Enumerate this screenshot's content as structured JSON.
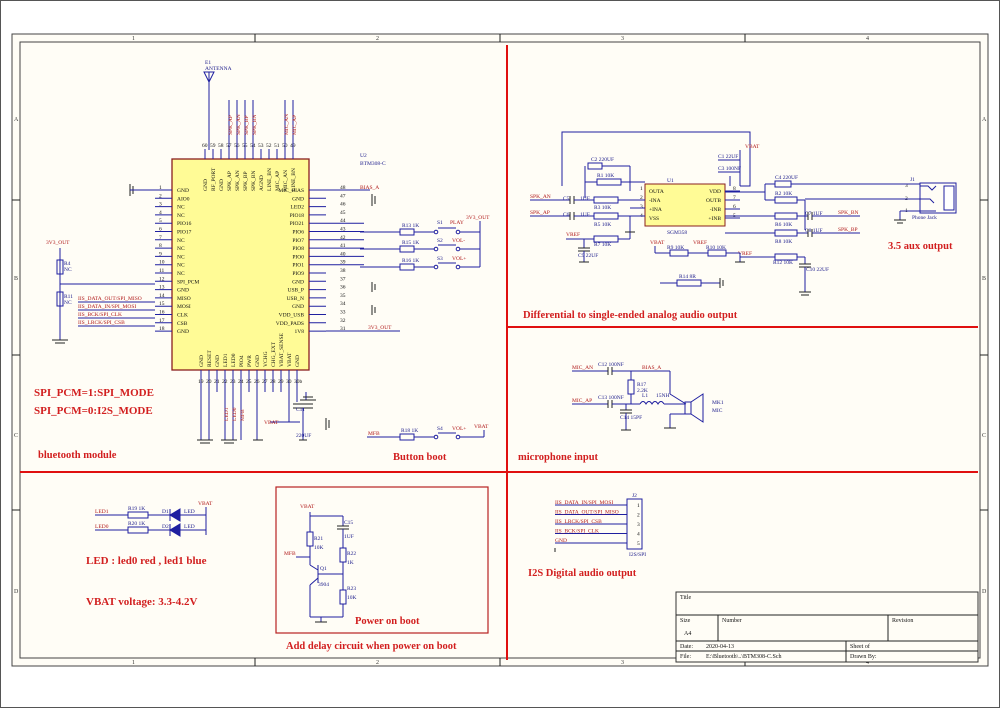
{
  "frame": {
    "columns": [
      "1",
      "2",
      "3",
      "4"
    ],
    "rows": [
      "A",
      "B",
      "C",
      "D"
    ]
  },
  "bt_module": {
    "antenna_ref": "E1",
    "antenna_label": "ANTENNA",
    "chip_ref": "U2",
    "chip_value": "BTM308-C",
    "top_nets": [
      "SPK_AP",
      "SPK_AN",
      "SPK_BP",
      "SPK_BN",
      "MIC_AN",
      "MIC_AP"
    ],
    "top_pins": [
      {
        "num": "60",
        "name": "GND"
      },
      {
        "num": "59",
        "name": "RF_PORT"
      },
      {
        "num": "58",
        "name": "GND"
      },
      {
        "num": "57",
        "name": "SPK_AP"
      },
      {
        "num": "56",
        "name": "SPK_AN"
      },
      {
        "num": "55",
        "name": "SPK_BP"
      },
      {
        "num": "54",
        "name": "SPK_BN"
      },
      {
        "num": "53",
        "name": "AGND"
      },
      {
        "num": "52",
        "name": "LINE_BN"
      },
      {
        "num": "51",
        "name": "MIC_AP"
      },
      {
        "num": "50",
        "name": "MIC_AN"
      },
      {
        "num": "49",
        "name": "LINE_BN"
      }
    ],
    "left_pins": [
      {
        "num": "1",
        "name": "GND"
      },
      {
        "num": "2",
        "name": "AIO0"
      },
      {
        "num": "3",
        "name": "NC"
      },
      {
        "num": "4",
        "name": "NC"
      },
      {
        "num": "5",
        "name": "PIO16"
      },
      {
        "num": "6",
        "name": "PIO17"
      },
      {
        "num": "7",
        "name": "NC"
      },
      {
        "num": "8",
        "name": "NC"
      },
      {
        "num": "9",
        "name": "NC"
      },
      {
        "num": "10",
        "name": "NC"
      },
      {
        "num": "11",
        "name": "NC"
      },
      {
        "num": "12",
        "name": "SPI_PCM"
      },
      {
        "num": "13",
        "name": "GND"
      },
      {
        "num": "14",
        "name": "MISO"
      },
      {
        "num": "15",
        "name": "MOSI"
      },
      {
        "num": "16",
        "name": "CLK"
      },
      {
        "num": "17",
        "name": "CSB"
      },
      {
        "num": "18",
        "name": "GND"
      }
    ],
    "right_pins": [
      {
        "num": "48",
        "name": "MIC_BIAS"
      },
      {
        "num": "47",
        "name": "GND"
      },
      {
        "num": "46",
        "name": "LED2"
      },
      {
        "num": "45",
        "name": "PIO18"
      },
      {
        "num": "44",
        "name": "PIO21"
      },
      {
        "num": "43",
        "name": "PIO6"
      },
      {
        "num": "42",
        "name": "PIO7"
      },
      {
        "num": "41",
        "name": "PIO8"
      },
      {
        "num": "40",
        "name": "PIO0"
      },
      {
        "num": "39",
        "name": "PIO1"
      },
      {
        "num": "38",
        "name": "PIO9"
      },
      {
        "num": "37",
        "name": "GND"
      },
      {
        "num": "36",
        "name": "USB_P"
      },
      {
        "num": "35",
        "name": "USB_N"
      },
      {
        "num": "34",
        "name": "GND"
      },
      {
        "num": "33",
        "name": "VDD_USB"
      },
      {
        "num": "32",
        "name": "VDD_PADS"
      },
      {
        "num": "31",
        "name": "1V8"
      }
    ],
    "bottom_pins": [
      {
        "num": "19",
        "name": "GND"
      },
      {
        "num": "20",
        "name": "RESET"
      },
      {
        "num": "21",
        "name": "GND"
      },
      {
        "num": "22",
        "name": "LED1"
      },
      {
        "num": "23",
        "name": "LED0"
      },
      {
        "num": "24",
        "name": "PIO4"
      },
      {
        "num": "25",
        "name": "PWR"
      },
      {
        "num": "26",
        "name": "GND"
      },
      {
        "num": "27",
        "name": "VCHG"
      },
      {
        "num": "28",
        "name": "CHG_EXT"
      },
      {
        "num": "29",
        "name": "VBAT_SENSE"
      },
      {
        "num": "30",
        "name": "VBAT"
      },
      {
        "num": "30b",
        "name": "GND"
      }
    ],
    "bottom_nets": [
      "LED1",
      "LED0",
      "MFB"
    ],
    "vbat_net": "VBAT",
    "left_nets": [
      "IIS_DATA_OUT/SPI_MISO",
      "IIS_DATA_IN/SPI_MOSI",
      "IIS_BCK/SPI_CLK",
      "IIS_LRCK/SPI_CSB"
    ],
    "bias_net": "BIAS_A",
    "v3_net": "3V3_OUT",
    "v3_left": "3V3_OUT",
    "r4": {
      "ref": "R4",
      "val": "NC"
    },
    "r11": {
      "ref": "R11",
      "val": "NC"
    },
    "c11": {
      "ref": "C11",
      "val": "220UF"
    },
    "notes": [
      "SPI_PCM=1:SPI_MODE",
      "SPI_PCM=0:I2S_MODE"
    ],
    "title": "bluetooth module"
  },
  "buttons": {
    "v3": "3V3_OUT",
    "items": [
      {
        "sw": "S1",
        "res": "R13",
        "val": "1K",
        "net": "PLAY"
      },
      {
        "sw": "S2",
        "res": "R15",
        "val": "1K",
        "net": "VOL-"
      },
      {
        "sw": "S3",
        "res": "R16",
        "val": "1K",
        "net": "VOL+"
      }
    ],
    "boot": {
      "net": "MFB",
      "res": "R18",
      "val": "1K",
      "sw": "S4",
      "sw_net": "VOL+",
      "supply": "VBAT"
    },
    "title": "Button boot"
  },
  "diff_audio": {
    "inputs": [
      {
        "net": "SPK_AN",
        "cap": "C5",
        "capval": "1UF"
      },
      {
        "net": "SPK_AP",
        "cap": "C6",
        "capval": "1UF"
      }
    ],
    "opamp": {
      "ref": "U1",
      "val": "SGM358",
      "pins_left": [
        "OUTA",
        "-INA",
        "+INA",
        "VSS"
      ],
      "pins_right": [
        "VDD",
        "OUTB",
        "-INB",
        "+INB"
      ],
      "nums_left": [
        "1",
        "2",
        "3",
        "4"
      ],
      "nums_right": [
        "8",
        "7",
        "6",
        "5"
      ]
    },
    "c2": "C2  220UF",
    "r1": "R1  10K",
    "r3": "R3  10K",
    "r5": "R5  10K",
    "r7": "R7  10K",
    "c9": "C9  22UF",
    "c3": "C3  100NF",
    "c1": "C1  22UF",
    "c4": "C4  220UF",
    "r2": "R2  10K",
    "r6": "R6  10K",
    "r8": "R8  10K",
    "r12": "R12  10K",
    "r9": "R9  10K",
    "r10": "R10  10K",
    "r14": "R14  8R",
    "c7": "C7  1UF",
    "c8": "C8  1UF",
    "c10": "C10  22UF",
    "vbat": "VBAT",
    "vref": "VREF",
    "out_nets": [
      "SPK_BN",
      "SPK_BP"
    ],
    "jack": {
      "ref": "J1",
      "val": "Phone Jack",
      "pins": [
        "3",
        "2",
        "1"
      ]
    },
    "title": "Differential to single-ended analog audio output",
    "aux_title": "3.5 aux output"
  },
  "microphone": {
    "mic_an": "MIC_AN",
    "mic_ap": "MIC_AP",
    "c12": "C12  100NF",
    "c13": "C13  100NF",
    "c14": "C14  15PF",
    "bias": "BIAS_A",
    "r17": "R17",
    "r17v": "2.2K",
    "l1": "L1",
    "l1v": "15NH",
    "mic": "MK1",
    "micv": "MIC",
    "title": "microphone input"
  },
  "led": {
    "vbat": "VBAT",
    "rows": [
      {
        "net": "LED1",
        "res": "R19",
        "val": "1K",
        "diode": "D1",
        "dval": "LED"
      },
      {
        "net": "LED0",
        "res": "R20",
        "val": "1K",
        "diode": "D2",
        "dval": "LED"
      }
    ],
    "desc": "LED : led0 red , led1 blue",
    "vbat_desc": "VBAT voltage:  3.3-4.2V"
  },
  "power": {
    "vbat": "VBAT",
    "r21": "R21",
    "r21v": "10K",
    "c15": "C15",
    "c15v": "1UF",
    "r22": "R22",
    "r22v": "1K",
    "q1": "Q1",
    "q1v": "3904",
    "r23": "R23",
    "r23v": "10K",
    "mfb": "MFB",
    "title": "Power on boot",
    "caption": "Add delay circuit when power on boot"
  },
  "i2s": {
    "conn_ref": "J2",
    "conn_val": "I2S/SPI",
    "rows": [
      {
        "pin": "1",
        "net": "IIS_DATA_IN/SPI_MOSI"
      },
      {
        "pin": "2",
        "net": "IIS_DATA_OUT/SPI_MISO"
      },
      {
        "pin": "3",
        "net": "IIS_LRCK/SPI_CSB"
      },
      {
        "pin": "4",
        "net": "IIS_BCK/SPI_CLK"
      },
      {
        "pin": "5",
        "net": "GND"
      }
    ],
    "title": "I2S Digital audio output"
  },
  "title_block": {
    "title_label": "Title",
    "size_label": "Size",
    "size": "A4",
    "number_label": "Number",
    "revision_label": "Revision",
    "date_label": "Date:",
    "date": "2020-04-13",
    "file_label": "File:",
    "file": "E:\\Bluetooth\\..\\BTM308-C.Sch",
    "sheet_label": "Sheet   of",
    "drawn_label": "Drawn By:"
  }
}
